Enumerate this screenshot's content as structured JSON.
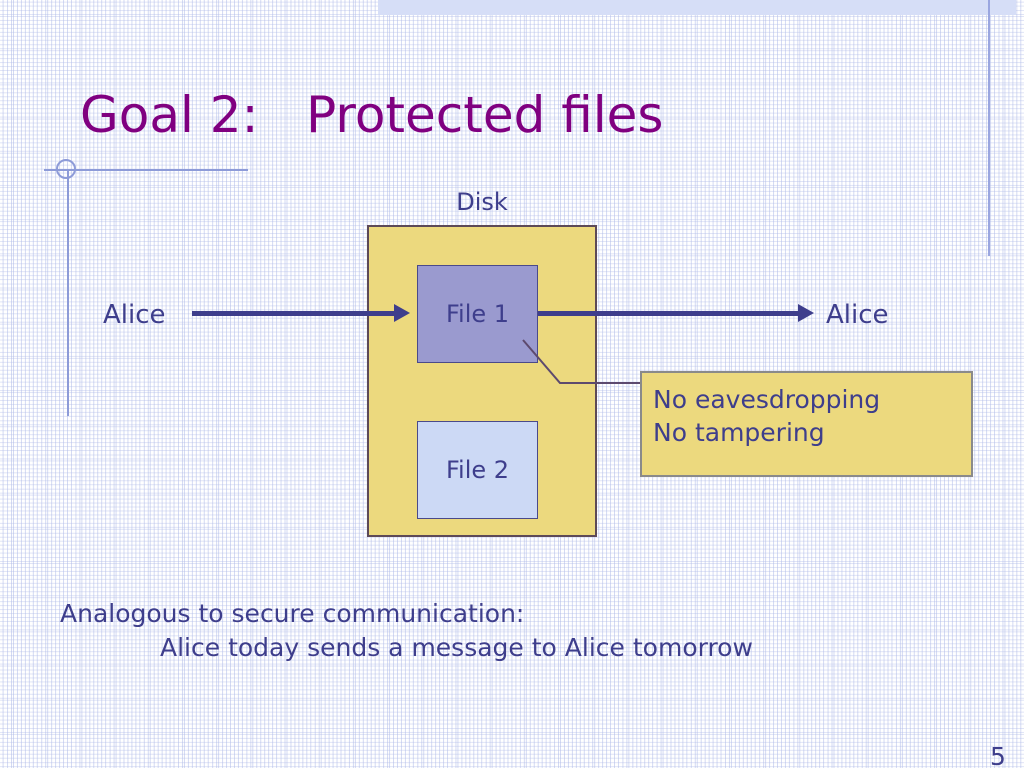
{
  "slide": {
    "title": "Goal 2:   Protected files",
    "page_number": "5",
    "title_color": "#800080",
    "body_text_color": "#3e3e8c",
    "disk_fill_color": "#ecd97e",
    "file1_fill_color": "#9a9acf",
    "file2_fill_color": "#ccd9f5",
    "accent_rule_color": "#8d9bd8",
    "top_band_color": "#d6deF7"
  },
  "diagram": {
    "disk_label": "Disk",
    "file1_label": "File 1",
    "file2_label": "File 2",
    "actor_left": "Alice",
    "actor_right": "Alice",
    "callout": {
      "line1": "No eavesdropping",
      "line2": "No tampering"
    }
  },
  "footer": {
    "line1": "Analogous to secure communication:",
    "line2": "Alice today sends a message to Alice tomorrow"
  }
}
